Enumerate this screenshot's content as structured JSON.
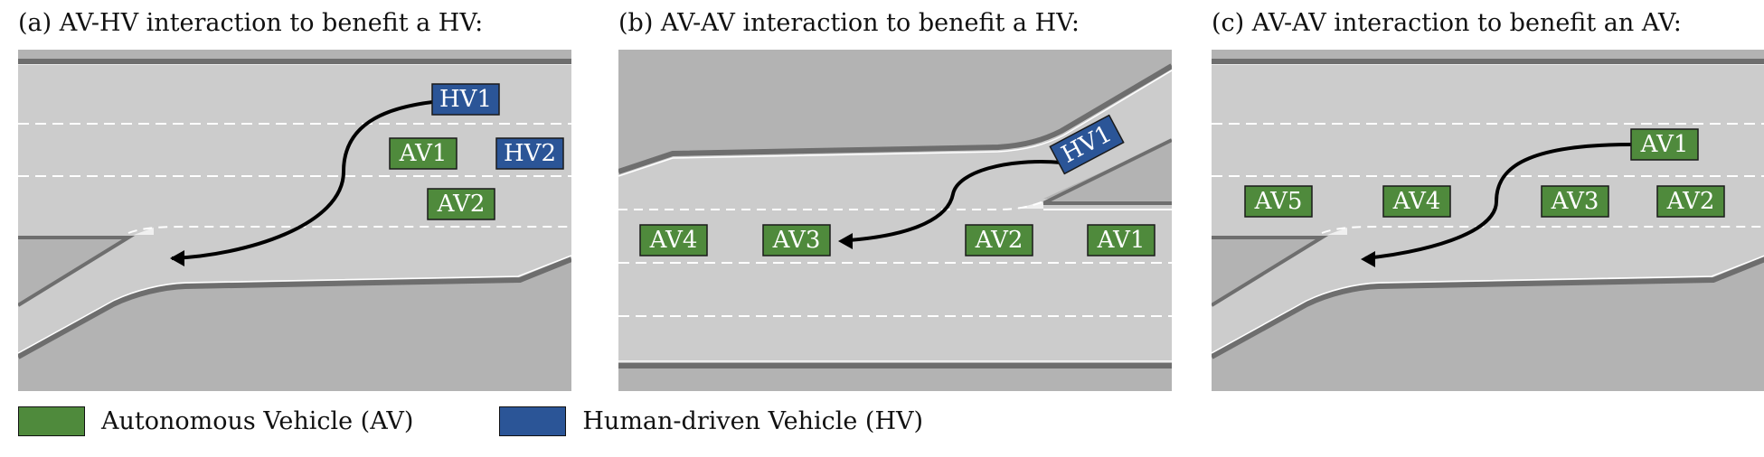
{
  "colors": {
    "av": "#4f8a3c",
    "hv": "#2b5597",
    "road": "#cccccc",
    "offroad": "#b3b3b3",
    "barrier": "#6e6e6e"
  },
  "panels": [
    {
      "title": "(a) AV-HV interaction to benefit a HV:",
      "vehicles": [
        {
          "label": "HV1",
          "type": "hv"
        },
        {
          "label": "AV1",
          "type": "av"
        },
        {
          "label": "HV2",
          "type": "hv"
        },
        {
          "label": "AV2",
          "type": "av"
        }
      ]
    },
    {
      "title": "(b) AV-AV interaction to benefit a HV:",
      "vehicles": [
        {
          "label": "HV1",
          "type": "hv"
        },
        {
          "label": "AV4",
          "type": "av"
        },
        {
          "label": "AV3",
          "type": "av"
        },
        {
          "label": "AV2",
          "type": "av"
        },
        {
          "label": "AV1",
          "type": "av"
        }
      ]
    },
    {
      "title": "(c) AV-AV interaction to benefit an AV:",
      "vehicles": [
        {
          "label": "AV1",
          "type": "av"
        },
        {
          "label": "AV5",
          "type": "av"
        },
        {
          "label": "AV4",
          "type": "av"
        },
        {
          "label": "AV3",
          "type": "av"
        },
        {
          "label": "AV2",
          "type": "av"
        }
      ]
    }
  ],
  "legend": [
    {
      "label": "Autonomous Vehicle (AV)",
      "type": "av"
    },
    {
      "label": "Human-driven Vehicle (HV)",
      "type": "hv"
    }
  ]
}
